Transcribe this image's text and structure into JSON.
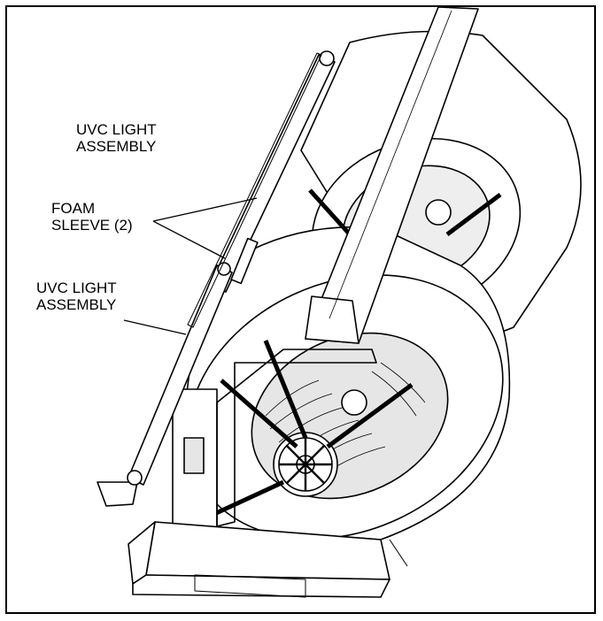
{
  "labels": {
    "uvc_light_top": [
      "UVC LIGHT",
      "ASSEMBLY"
    ],
    "foam_sleeve": [
      "FOAM",
      "SLEEVE (2)"
    ],
    "uvc_light_bottom": [
      "UVC LIGHT",
      "ASSEMBLY"
    ]
  },
  "colors": {
    "line": "#000000",
    "fill": "#ffffff",
    "shade": "#d9d9d9"
  }
}
